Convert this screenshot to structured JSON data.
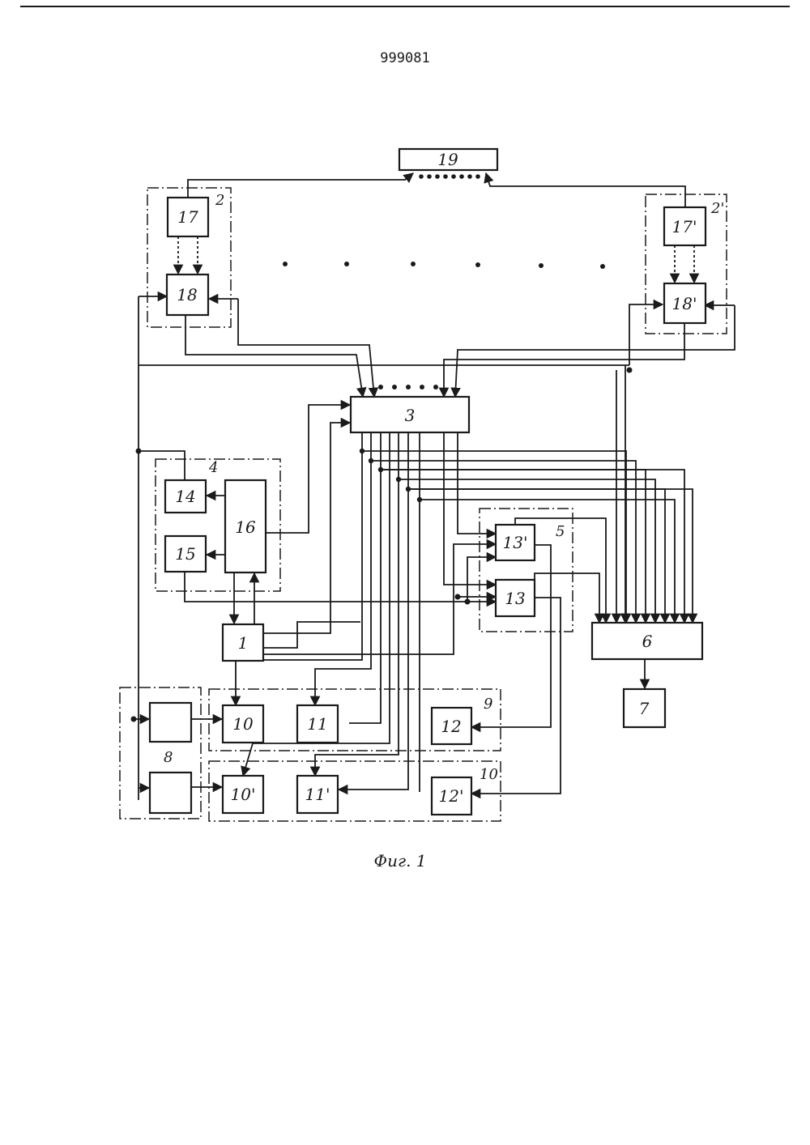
{
  "header": {
    "patent_number": "999081"
  },
  "caption": "Фиг. 1",
  "blocks": {
    "b19": "19",
    "b17": "17",
    "b18": "18",
    "b17p": "17'",
    "b18p": "18'",
    "b3": "3",
    "b14": "14",
    "b15": "15",
    "b16": "16",
    "b1": "1",
    "b13p": "13'",
    "b13": "13",
    "b6": "6",
    "b7": "7",
    "b10": "10",
    "b11": "11",
    "b12": "12",
    "b10p": "10'",
    "b11p": "11'",
    "b12p": "12'"
  },
  "groups": {
    "g2": "2",
    "g2p": "2'",
    "g4": "4",
    "g5": "5",
    "g8": "8",
    "g9": "9",
    "g10": "10"
  }
}
